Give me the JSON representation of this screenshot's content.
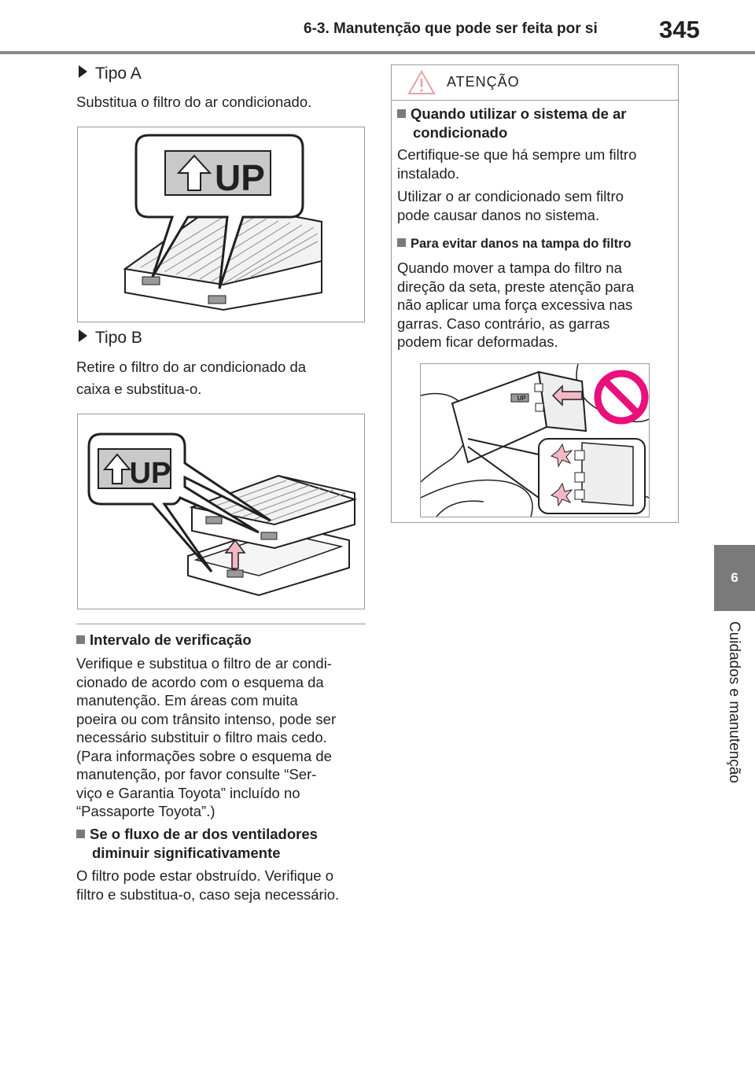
{
  "header": {
    "section_title": "6-3. Manutenção que pode ser feita por si",
    "page_number": "345"
  },
  "side_tab": {
    "chapter_number": "6",
    "chapter_title": "Cuidados e manutenção"
  },
  "left": {
    "type_a": {
      "heading": "Tipo A",
      "text": "Substitua o filtro do ar condicionado.",
      "figure_label": "UP"
    },
    "type_b": {
      "heading": "Tipo B",
      "text_line1": "Retire o filtro do ar condicionado da",
      "text_line2": "caixa e substitua-o.",
      "figure_label": "UP"
    },
    "check_interval": {
      "heading": "Intervalo de verificação",
      "lines": [
        "Verifique e substitua o filtro de ar condi-",
        "cionado de acordo com o esquema da",
        "manutenção. Em áreas com muita",
        "poeira ou com trânsito intenso, pode ser",
        "necessário substituir o filtro mais cedo.",
        "(Para informações sobre o esquema de",
        "manutenção, por favor consulte “Ser-",
        "viço e Garantia Toyota” incluído no",
        "“Passaporte Toyota”.)"
      ]
    },
    "airflow": {
      "heading_line1": "Se o fluxo de ar dos ventiladores",
      "heading_line2": "diminuir significativamente",
      "lines": [
        "O filtro pode estar obstruído. Verifique o",
        "filtro e substitua-o, caso seja necessário."
      ]
    }
  },
  "warning": {
    "title": "ATENÇÃO",
    "section1": {
      "heading_line1": "Quando utilizar o sistema de ar",
      "heading_line2": "condicionado",
      "para1_lines": [
        "Certifique-se que há sempre um filtro",
        "instalado."
      ],
      "para2_lines": [
        "Utilizar o ar condicionado sem filtro",
        "pode causar danos no sistema."
      ]
    },
    "section2": {
      "heading": "Para evitar danos na tampa do filtro",
      "lines": [
        "Quando mover a tampa do filtro na",
        "direção da seta, preste atenção para",
        "não aplicar uma força excessiva nas",
        "garras. Caso contrário, as garras",
        "podem ficar deformadas."
      ],
      "figure_label": "UP"
    }
  },
  "colors": {
    "accent_square": "#7a7a7a",
    "warning_triangle": "#e6a1a8",
    "prohibit_sign": "#e8107a"
  }
}
